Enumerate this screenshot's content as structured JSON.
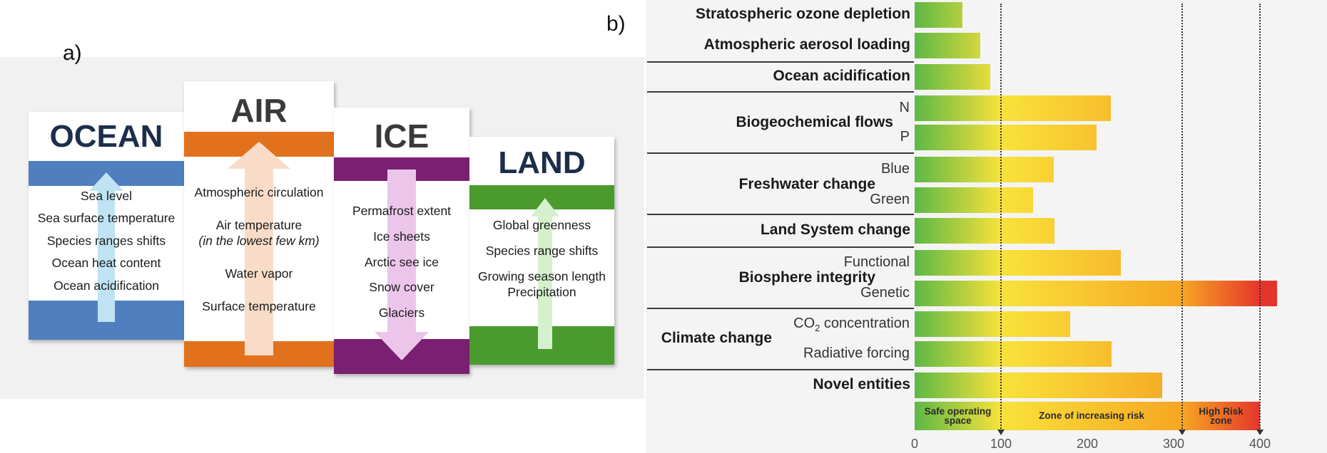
{
  "panel_a": {
    "letter": "a)",
    "cards": [
      {
        "title": "OCEAN",
        "items": [
          "Sea level",
          "Sea surface temperature",
          "Species ranges shifts",
          "Ocean heat content",
          "Ocean acidification"
        ]
      },
      {
        "title": "AIR",
        "items": [
          "Atmospheric circulation",
          "Air temperature",
          "(in the lowest few km)",
          "Water vapor",
          "Surface temperature"
        ]
      },
      {
        "title": "ICE",
        "items": [
          "Permafrost extent",
          "Ice sheets",
          "Arctic see ice",
          "Snow cover",
          "Glaciers"
        ]
      },
      {
        "title": "LAND",
        "items": [
          "Global greenness",
          "Species range shifts",
          "Growing season length",
          "Precipitation"
        ]
      }
    ],
    "colors": {
      "ocean": "#4f7fbf",
      "ocean_arrow": "#bfe3f3",
      "air": "#e2711d",
      "air_arrow": "#f8dcc8",
      "ice": "#7b1f72",
      "ice_arrow": "#ecc6ea",
      "land": "#4a9a2e",
      "land_arrow": "#d5f0cc",
      "title_text": "#1c2e4a"
    }
  },
  "chart_data": {
    "type": "bar",
    "letter": "b)",
    "orientation": "horizontal",
    "categories": [
      {
        "name": "Stratospheric ozone depletion",
        "bars": [
          {
            "label": "",
            "value": 55
          }
        ]
      },
      {
        "name": "Atmospheric aerosol loading",
        "bars": [
          {
            "label": "",
            "value": 76
          }
        ]
      },
      {
        "name": "Ocean acidification",
        "bars": [
          {
            "label": "",
            "value": 88
          }
        ]
      },
      {
        "name": "Biogeochemical flows",
        "bars": [
          {
            "label": "N",
            "value": 227
          },
          {
            "label": "P",
            "value": 211
          }
        ]
      },
      {
        "name": "Freshwater change",
        "bars": [
          {
            "label": "Blue",
            "value": 161
          },
          {
            "label": "Green",
            "value": 137
          }
        ]
      },
      {
        "name": "Land System change",
        "bars": [
          {
            "label": "",
            "value": 162
          }
        ]
      },
      {
        "name": "Biosphere integrity",
        "bars": [
          {
            "label": "Functional",
            "value": 239
          },
          {
            "label": "Genetic",
            "value": 425
          }
        ]
      },
      {
        "name": "Climate change",
        "bars": [
          {
            "label": "CO₂ concentration",
            "value": 180
          },
          {
            "label": "Radiative forcing",
            "value": 228
          }
        ]
      },
      {
        "name": "Novel entities",
        "bars": [
          {
            "label": "",
            "value": 287
          }
        ]
      }
    ],
    "xlim": [
      0,
      450
    ],
    "xticks": [
      0,
      100,
      200,
      300,
      400
    ],
    "thresholds": [
      100,
      310,
      400
    ],
    "zones": [
      {
        "label_lines": [
          "Safe operating",
          "space"
        ],
        "from": 0,
        "to": 100
      },
      {
        "label_lines": [
          "Zone of increasing risk"
        ],
        "from": 100,
        "to": 310
      },
      {
        "label_lines": [
          "High Risk",
          "zone"
        ],
        "from": 310,
        "to": 400
      }
    ],
    "colors": {
      "green": "#5db846",
      "yellow": "#f8e23a",
      "orange": "#f6a623",
      "red": "#e5352b"
    }
  }
}
